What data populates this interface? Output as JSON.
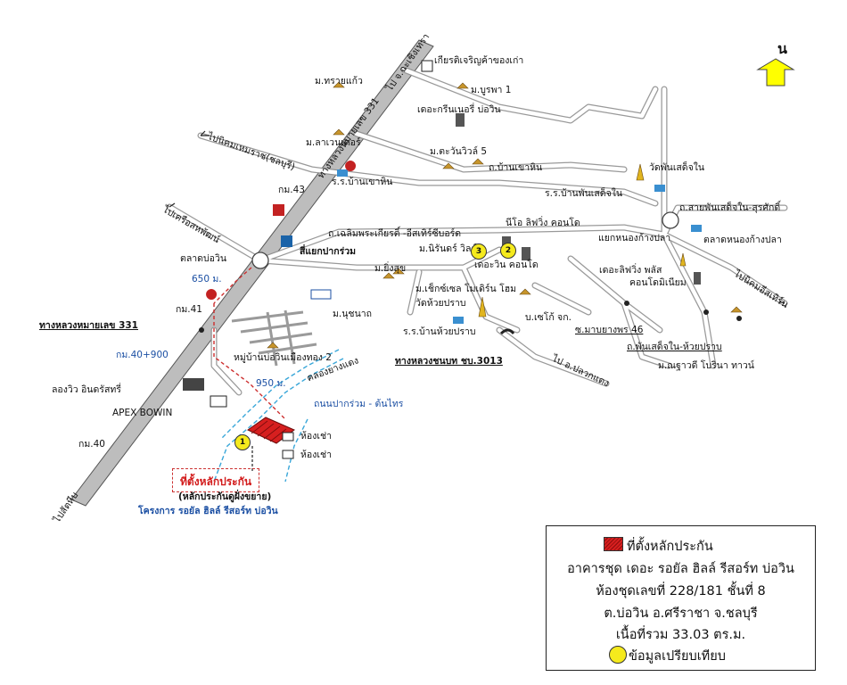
{
  "north": {
    "label": "น"
  },
  "roads": {
    "hwy331_top": "ทางหลวงหมายเลข 331",
    "to_chachoengsao": "ไป จ.ฉะเชิงเทรา",
    "to_sattahip": "ไปสัตหีบ",
    "to_nikhom_hemaraj": "ไปนิคมเหมราช(ชลบุรี)",
    "to_khrueasahaphan": "ไปเครือสหพัฒน์",
    "to_pluakdaeng": "ไป อ.ปลวกแดง",
    "to_nikhom_eastern": "ไปนิคมอีสเทิร์น",
    "chaloem": "ถ.เฉลิมพระเกียรติ์ -อีสเทิร์ซีบอร์ด",
    "ban_khao_hin": "ถ.บ้านเขาหิน",
    "sai_phan_sadet": "ถ.สายพันเสด็จใน-สุรศักดิ์",
    "phan_sadet_huai": "ถ.พันเสด็จใน-ห้วยปราบ",
    "pak_ruam_tonthai": "ถนนปากร่วม - ต้นไทร",
    "hwy331_label": "ทางหลวงหมายเลข 331",
    "rural_road": "ทางหลวงชนบท ชบ.3013",
    "canal": "คลองยางแดง"
  },
  "places": {
    "kiat_charoen": "เกียรติเจริญค้าของเก่า",
    "m_sai_kaew": "ม.ทรายแก้ว",
    "m_burapha": "ม.บูรพา 1",
    "greenery": "เดอะกรีนเนอรี่ บ่อวิน",
    "m_lavender": "ม.ลาเวนเดอร์",
    "m_tawan": "ม.ตะวันวิวล์ 5",
    "wat_phan_sadet": "วัดพันเสด็จใน",
    "school_khao_hin": "ร.ร.บ้านเขาหิน",
    "school_phan_sadet": "ร.ร.บ้านพันเสด็จใน",
    "km43": "กม.43",
    "km41": "กม.41",
    "km40_900": "กม.40+900",
    "km40": "กม.40",
    "niyo": "นีโอ ลิฟวิ่ง คอนโด",
    "m_nirun": "ม.นิรันดร์ วิลล์",
    "junction_pak_ruam": "สี่แยกปากร่วม",
    "junction_nong_kang": "แยกหนองก้างปลา",
    "market_nong_kang": "ตลาดหนองก้างปลา",
    "market_bowin": "ตลาดบ่อวิน",
    "m_ying_suk": "ม.ยิ่งสุข",
    "the_win": "เดอะวิน คอนโด",
    "living_plus": "เดอะลิฟวิ่ง พลัส",
    "condo_minium": "คอนโดมิเนียม",
    "m_chic": "ม.เช็กซ์เซล โมเดิร์น โฮม",
    "wat_huai": "วัดห้วยปราบ",
    "m_nusnad": "ม.นุชนาถ",
    "b_seiko": "บ.เซโก้ จก.",
    "soi_mab": "ซ.มาบยางพร 46",
    "school_huai": "ร.ร.บ้านห้วยปราบ",
    "m_nathawut": "ม.ณฐาวดี โบรินา ทาวน์",
    "dist_650": "650 ม.",
    "dist_950": "950 ม.",
    "village_bowin": "หมู่บ้านบ่อวินเมืองทอง 2",
    "longwin": "ลองวิว อินดรัสทรี่",
    "apex": "APEX  BOWIN",
    "room1": "ห้องเช่า",
    "room2": "ห้องเช่า",
    "site_title": "ที่ตั้งหลักประกัน",
    "site_sub": "(หลักประกันดูฝั่งขยาย)",
    "project": "โครงการ รอยัล ฮิลล์ รีสอร์ท บ่อวิน"
  },
  "markers": {
    "m1": "1",
    "m2": "2",
    "m3": "3"
  },
  "legend": {
    "item1": "ที่ตั้งหลักประกัน",
    "line2": "อาคารชุด เดอะ รอยัล ฮิลล์ รีสอร์ท บ่อวิน",
    "line3": "ห้องชุดเลขที่ 228/181 ชั้นที่ 8",
    "line4": "ต.บ่อวิน อ.ศรีราชา จ.ชลบุรี",
    "line5": "เนื้อที่รวม 33.03 ตร.ม.",
    "item2": "ข้อมูลเปรียบเทียบ"
  },
  "colors": {
    "highway": "#b9b9b9",
    "road": "#999999",
    "subject": "#d61f1f",
    "compare": "#f5ea1d",
    "north": "#ffff00"
  }
}
